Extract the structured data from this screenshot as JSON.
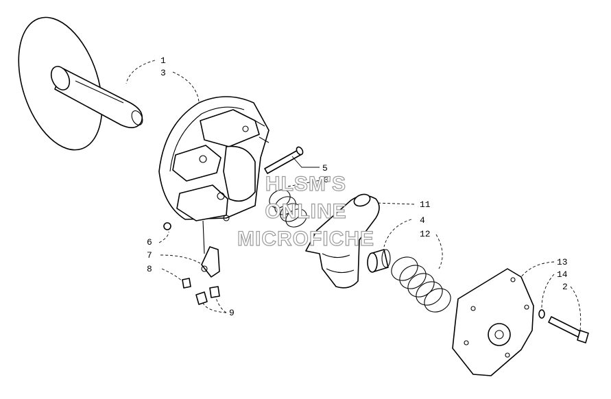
{
  "callouts": {
    "c1": "1",
    "c3": "3",
    "c5": "5",
    "c10": "10",
    "c11": "11",
    "c4": "4",
    "c12": "12",
    "c6": "6",
    "c7": "7",
    "c8": "8",
    "c9": "9",
    "c13": "13",
    "c14": "14",
    "c2": "2"
  },
  "watermark": {
    "line1": "HLSM'S",
    "line2": "ONLINE",
    "line3": "MICROFICHE"
  },
  "colors": {
    "ink": "#000000",
    "paper": "#ffffff",
    "watermark": "#9a9a9a"
  }
}
